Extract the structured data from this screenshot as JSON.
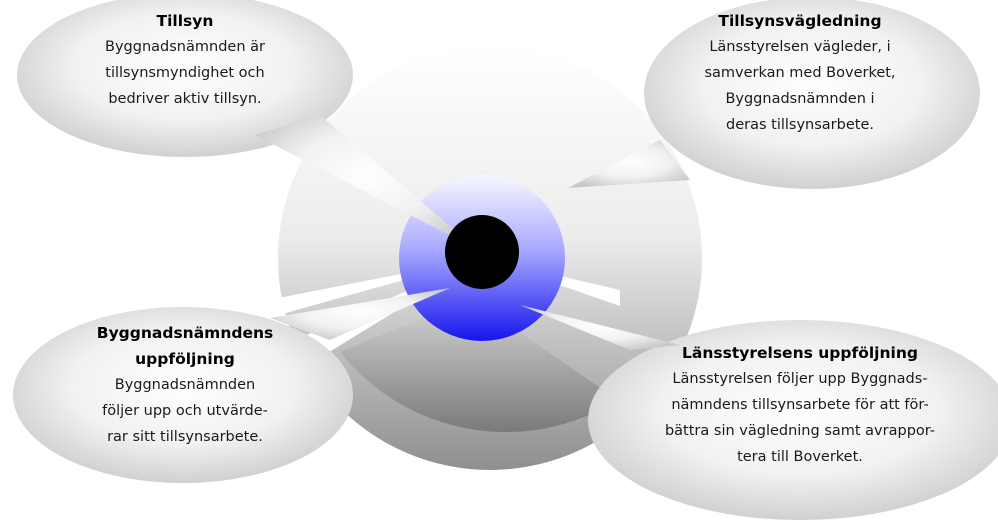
{
  "bubbles": {
    "tillsyn": {
      "title": "Tillsyn",
      "body": "Byggnadsnämnden är\ntillsynsmyndighet och\nbedriver aktiv tillsyn."
    },
    "vagledning": {
      "title": "Tillsynsvägledning",
      "body": "Länsstyrelsen vägleder, i\nsamverkan med Boverket,\nByggnadsnämnden i\nderas tillsynsarbete."
    },
    "byggnadsnamnden": {
      "title": "Byggnadsnämndens\nuppföljning",
      "body": "Byggnadsnämnden\nföljer upp och utvärde-\nrar sitt tillsynsarbete."
    },
    "lansstyrelsen": {
      "title": "Länsstyrelsens uppföljning",
      "body": "Länsstyrelsen följer upp Byggnads-\nnämndens tillsynsarbete för att för-\nbättra sin vägledning samt avrappor-\ntera till Boverket."
    }
  },
  "colors": {
    "bubble_light": "#ffffff",
    "bubble_dark": "#c8c8c8",
    "ring_light": "#f2f2f2",
    "ring_dark": "#8a8a8a",
    "center_light": "#f4f4ff",
    "center_blue": "#1f1ff0",
    "pupil": "#000000"
  }
}
